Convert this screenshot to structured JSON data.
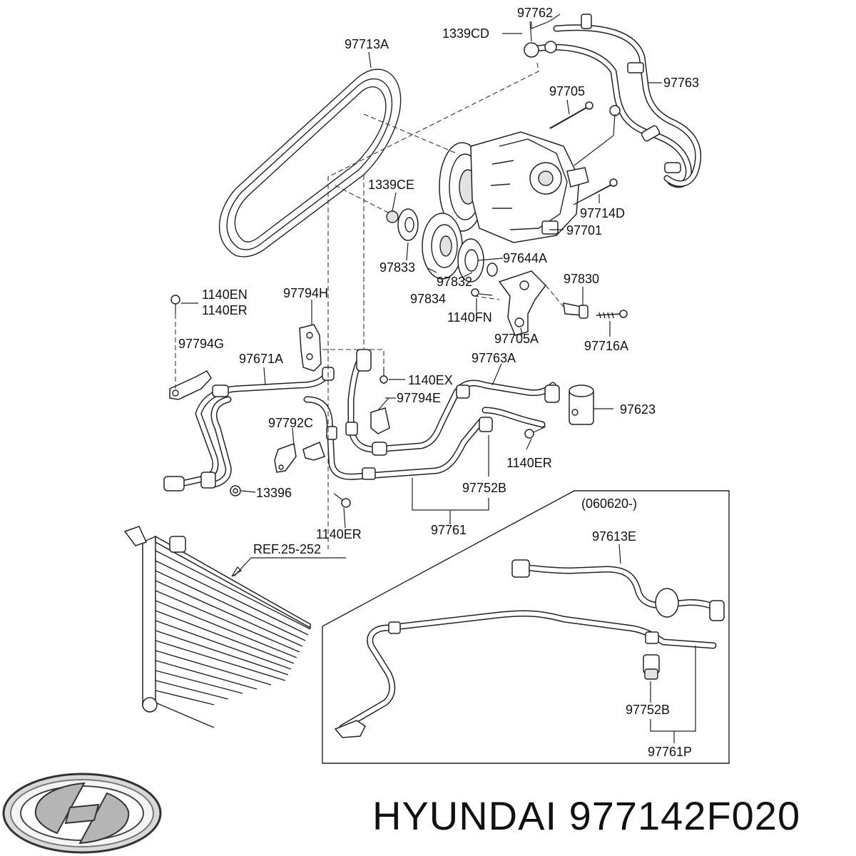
{
  "callouts": {
    "p97762": "97762",
    "p1339CD": "1339CD",
    "p97713A": "97713A",
    "p97763": "97763",
    "p97705": "97705",
    "p1339CE": "1339CE",
    "p97714D": "97714D",
    "p97701": "97701",
    "p97833": "97833",
    "p97644A": "97644A",
    "p97832": "97832",
    "p97834": "97834",
    "p97830": "97830",
    "p1140EN": "1140EN",
    "p1140ER_top": "1140ER",
    "p97794H": "97794H",
    "p1140FN": "1140FN",
    "p97705A": "97705A",
    "p97716A": "97716A",
    "p97794G": "97794G",
    "p97671A": "97671A",
    "p97763A": "97763A",
    "p1140EX": "1140EX",
    "p97794E": "97794E",
    "p97623": "97623",
    "p97792C": "97792C",
    "p1140ER_mid": "1140ER",
    "p97752B": "97752B",
    "p13396": "13396",
    "p1140ER_low": "1140ER",
    "p97761": "97761",
    "p060620": "(060620-)",
    "pREF": "REF.25-252",
    "p97613E": "97613E",
    "p97752B_inset": "97752B",
    "p97761P": "97761P"
  },
  "brand": {
    "logo_name": "HYUNDAI",
    "caption": "HYUNDAI 977142F020"
  }
}
